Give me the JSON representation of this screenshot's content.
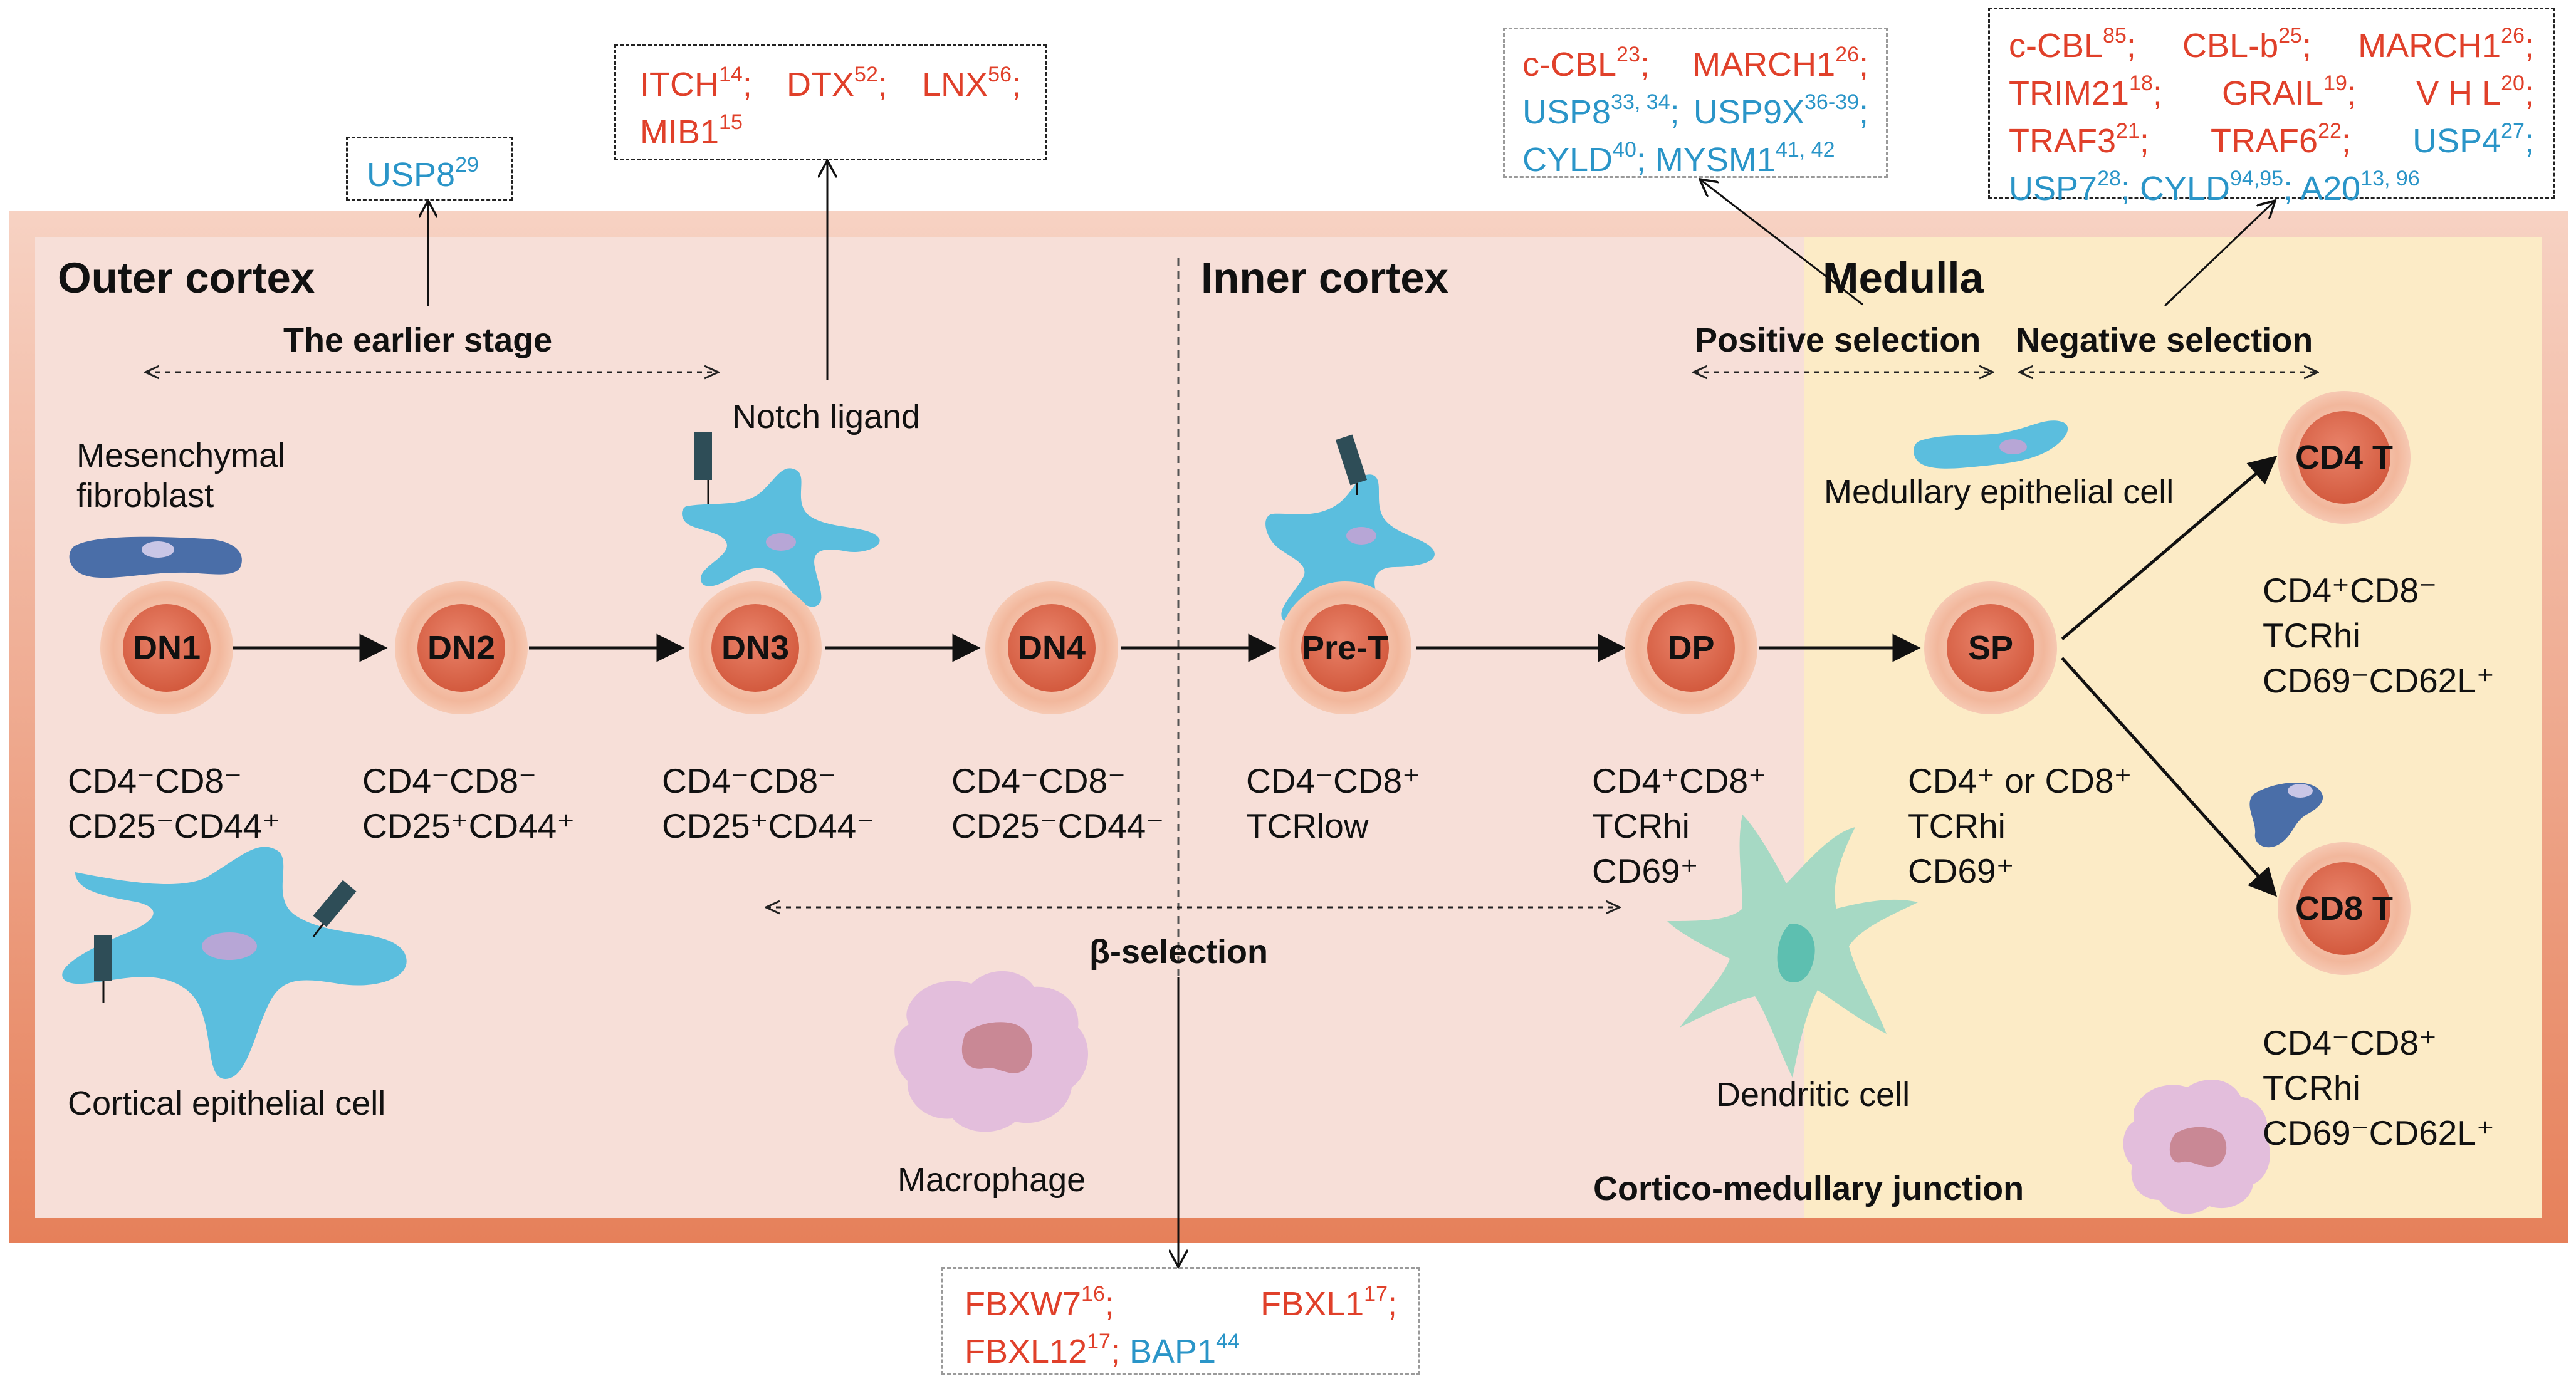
{
  "colors": {
    "frame_border": "#e6805a",
    "cortex_bg": "#f7dfd8",
    "medulla_bg": "#fcebc6",
    "cell_outer": "#f2b79c",
    "cell_inner": "#e06a4d",
    "epithelial_blue": "#5bbede",
    "mesenchymal": "#4a6ea8",
    "macrophage": "#e3bedc",
    "dendritic": "#a6d9c4",
    "ligand_dark": "#2e4d57",
    "e3_ligase_red": "#e0402a",
    "dub_blue": "#2a95c8"
  },
  "regions": {
    "outer_cortex": "Outer cortex",
    "inner_cortex": "Inner cortex",
    "medulla": "Medulla",
    "junction": "Cortico-medullary junction"
  },
  "stages": {
    "earlier": "The earlier stage",
    "beta": "β-selection",
    "positive": "Positive selection",
    "negative": "Negative selection"
  },
  "cells": {
    "dn1": "DN1",
    "dn2": "DN2",
    "dn3": "DN3",
    "dn4": "DN4",
    "pret": "Pre-T",
    "dp": "DP",
    "sp": "SP",
    "cd4t": "CD4 T",
    "cd8t": "CD8 T"
  },
  "labels": {
    "mesenchymal_line1": "Mesenchymal",
    "mesenchymal_line2": "fibroblast",
    "notch": "Notch ligand",
    "medullary": "Medullary epithelial cell",
    "cortical": "Cortical epithelial cell",
    "macrophage": "Macrophage",
    "dendritic": "Dendritic cell"
  },
  "markers": {
    "dn1": [
      "CD4⁻CD8⁻",
      "CD25⁻CD44⁺"
    ],
    "dn2": [
      "CD4⁻CD8⁻",
      "CD25⁺CD44⁺"
    ],
    "dn3": [
      "CD4⁻CD8⁻",
      "CD25⁺CD44⁻"
    ],
    "dn4": [
      "CD4⁻CD8⁻",
      "CD25⁻CD44⁻"
    ],
    "pret": [
      "CD4⁻CD8⁺",
      "TCRlow"
    ],
    "dp": [
      "CD4⁺CD8⁺",
      "TCRhi",
      "CD69⁺"
    ],
    "sp": [
      "CD4⁺ or CD8⁺",
      "TCRhi",
      "CD69⁺"
    ],
    "cd4t": [
      "CD4⁺CD8⁻",
      "TCRhi",
      "CD69⁻CD62L⁺"
    ],
    "cd8t": [
      "CD4⁻CD8⁺",
      "TCRhi",
      "CD69⁻CD62L⁺"
    ]
  },
  "boxes": {
    "usp8": {
      "items": [
        {
          "name": "USP8",
          "ref": "29",
          "color": "blue"
        }
      ]
    },
    "notch": {
      "items": [
        {
          "name": "ITCH",
          "ref": "14",
          "color": "red"
        },
        {
          "name": "DTX",
          "ref": "52",
          "color": "red"
        },
        {
          "name": "LNX",
          "ref": "56",
          "color": "red"
        },
        {
          "name": "MIB1",
          "ref": "15",
          "color": "red"
        }
      ]
    },
    "positive": {
      "items": [
        {
          "name": "c-CBL",
          "ref": "23",
          "color": "red"
        },
        {
          "name": "MARCH1",
          "ref": "26",
          "color": "red"
        },
        {
          "name": "USP8",
          "ref": "33, 34",
          "color": "blue"
        },
        {
          "name": "USP9X",
          "ref": "36-39",
          "color": "blue"
        },
        {
          "name": "CYLD",
          "ref": "40",
          "color": "blue"
        },
        {
          "name": "MYSM1",
          "ref": "41, 42",
          "color": "blue"
        }
      ]
    },
    "negative": {
      "items": [
        {
          "name": "c-CBL",
          "ref": "85",
          "color": "red"
        },
        {
          "name": "CBL-b",
          "ref": "25",
          "color": "red"
        },
        {
          "name": "MARCH1",
          "ref": "26",
          "color": "red"
        },
        {
          "name": "TRIM21",
          "ref": "18",
          "color": "red"
        },
        {
          "name": "GRAIL",
          "ref": "19",
          "color": "red"
        },
        {
          "name": "V H L",
          "ref": "20",
          "color": "red"
        },
        {
          "name": "TRAF3",
          "ref": "21",
          "color": "red"
        },
        {
          "name": "TRAF6",
          "ref": "22",
          "color": "red"
        },
        {
          "name": "USP4",
          "ref": "27",
          "color": "blue"
        },
        {
          "name": "USP7",
          "ref": "28",
          "color": "blue"
        },
        {
          "name": "CYLD",
          "ref": "94,95",
          "color": "blue"
        },
        {
          "name": "A20",
          "ref": "13, 96",
          "color": "blue"
        }
      ]
    },
    "beta": {
      "items": [
        {
          "name": "FBXW7",
          "ref": "16",
          "color": "red"
        },
        {
          "name": "FBXL1",
          "ref": "17",
          "color": "red"
        },
        {
          "name": "FBXL12",
          "ref": "17",
          "color": "red"
        },
        {
          "name": "BAP1",
          "ref": "44",
          "color": "blue"
        }
      ]
    }
  }
}
